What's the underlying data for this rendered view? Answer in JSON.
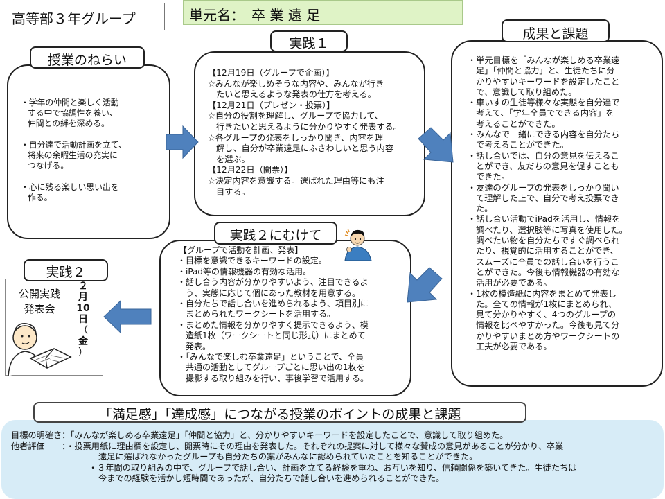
{
  "header": {
    "group_title": "高等部３年グループ",
    "unit_name": "単元名：　卒 業 遠 足"
  },
  "aims": {
    "title": "授業のねらい",
    "items": [
      [
        "・学年の仲間と楽しく活動",
        "する中で協調性を養い、",
        "仲間との絆を深める。"
      ],
      [
        "・自分達で活動計画を立て、",
        "将来の余暇生活の充実に",
        "つなげる。"
      ],
      [
        "・心に残る楽しい思い出を",
        "作る。"
      ]
    ]
  },
  "practice1": {
    "title": "実践１",
    "lines": [
      "【12月19日（グループで企画）】",
      "☆みんなが楽しめそうな内容や、みんなが行き",
      "たいと思えるような発表の仕方を考える。",
      "【12月21日（プレゼン・投票）】",
      "☆自分の役割を理解し、グループで協力して、",
      "行きたいと思えるように分かりやすく発表する。",
      "☆各グループの発表をしっかり聞き、内容を理",
      "解し、自分が卒業遠足にふさわしいと思う内容",
      "を選ぶ。",
      "【12月22日（開票）】",
      "☆決定内容を意識する。選ばれた理由等にも注",
      "目する。"
    ]
  },
  "results": {
    "title": "成果と課題",
    "lines": [
      "・単元目標を「みんなが楽しめる卒業遠",
      "足」「仲間と協力」と、生徒たちに分",
      "かりやすいキーワードを設定したこと",
      "で、意識して取り組めた。",
      "・車いすの生徒等様々な実態を自分達で",
      "考えて、「学年全員でできる内容」を",
      "考えることができた。",
      "・みんなで一緒にできる内容を自分たち",
      "で考えることができた。",
      "・話し合いでは、自分の意見を伝えるこ",
      "とができ、友だちの意見を促すことも",
      "できた。",
      "・友達のグループの発表をしっかり聞い",
      "て理解した上で、自分で考え投票でき",
      "た。",
      "・話し合い活動でiPadを活用し、情報を",
      "調べたり、選択肢等に写真を使用した。",
      "調べたい物を自分たちですぐ調べられ",
      "たり、視覚的に活用することができ、",
      "スムーズに全員での話し合いを行うこ",
      "とができた。今後も情報機器の有効な",
      "活用が必要である。",
      "・1枚の模造紙に内容をまとめて発表し",
      "た。全ての情報が1枚にまとめられ、",
      "見て分かりやすく、4つのグループの",
      "情報を比べやすかった。今後も見て分",
      "かりやすいまとめ方やワークシートの",
      "工夫が必要である。"
    ]
  },
  "toward_practice2": {
    "title": "実践２にむけて",
    "lines": [
      "【グループで活動を計画、発表】",
      "・目標を意識できるキーワードの設定。",
      "・iPad等の情報機器の有効な活用。",
      "・話し合う内容が分かりやすいよう、注目できるよ",
      "う、実態に応じて個にあった教材を用意する。",
      "・自分たちで話し合いを進められるよう、項目別に",
      "まとめられたワークシートを活用する。",
      "・まとめた情報を分かりやすく提示できるよう、模",
      "造紙1枚（ワークシートと同じ形式）にまとめて",
      "発表。",
      "・「みんなで楽しむ卒業遠足」ということで、全員",
      "共通の活動としてグループごとに思い出の1枚を",
      "撮影する取り組みを行い、事後学習で活用する。"
    ]
  },
  "practice2": {
    "title": "実践２",
    "event_lines": [
      "公開実践",
      "発表会"
    ],
    "date_chars": [
      "２",
      "月",
      "10",
      "日",
      "（",
      "金",
      "）"
    ]
  },
  "bottom": {
    "title": "「満足感」「達成感」につながる授業のポイントの成果と課題",
    "lines": [
      "目標の明確さ：「みんなが楽しめる卒業遠足」「仲間と協力」と、分かりやすいキーワードを設定したことで、意識して取り組めた。",
      "他者評価　　：・投票用紙に理由欄を設定し、開票時にその理由を発表した。それぞれの提案に対して様々な賛成の意見があることが分かり、卒業",
      "遠足に選ばれなかったグループも自分たちの案がみんなに認められていたことを知ることができた。",
      "・３年間の取り組みの中で、グループで話し合い、計画を立てる経験を重ね、お互いを知り、信頼関係を築いてきた。生徒たちは",
      "今までの経験を活かし短時間であったが、自分たちで話し合いを進められることができた。"
    ]
  },
  "colors": {
    "arrow": "#4f81bd",
    "unit_bg": "#dff3c6",
    "bottom_bg": "#d7ecf7"
  }
}
